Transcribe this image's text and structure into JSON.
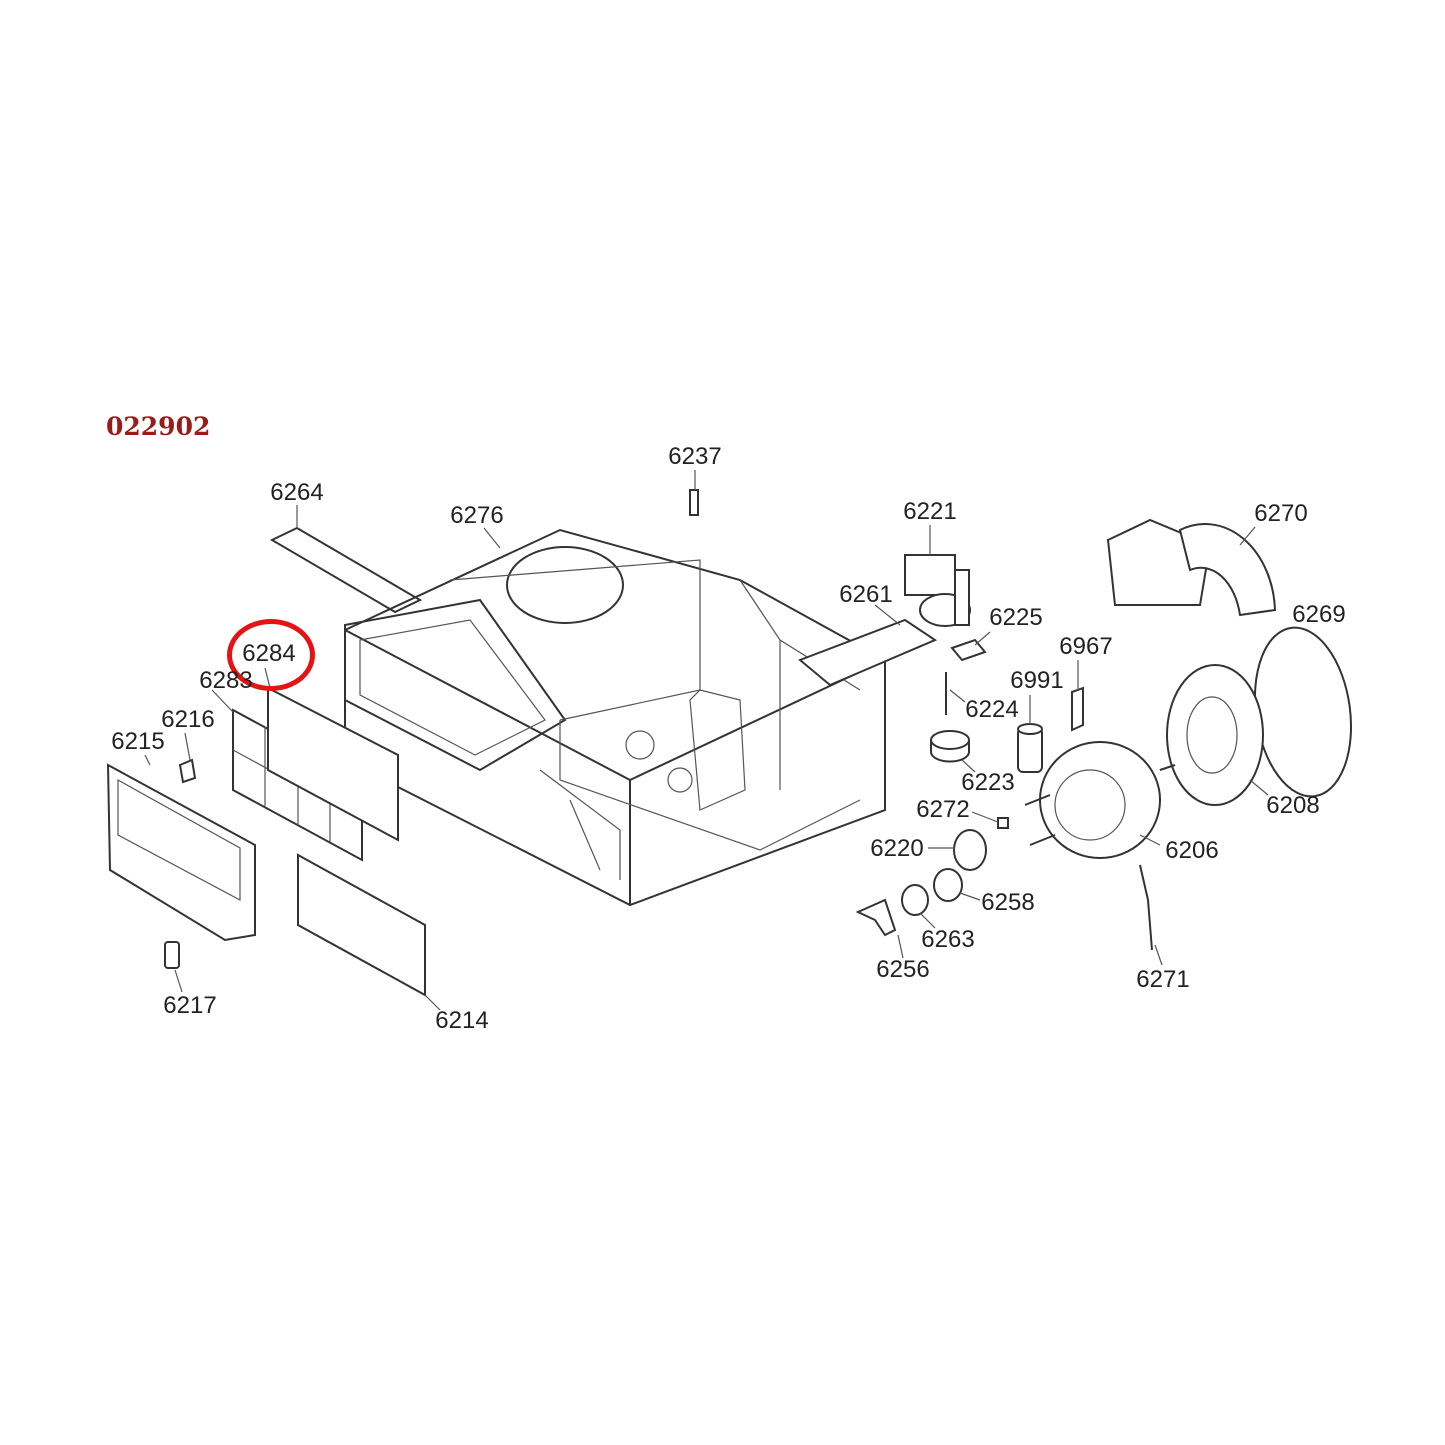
{
  "diagram_code": "022902",
  "highlighted_part": "6284",
  "highlight_color": "#e41414",
  "code_color": "#9b1b1b",
  "parts": {
    "p6237": "6237",
    "p6264": "6264",
    "p6276": "6276",
    "p6221": "6221",
    "p6270": "6270",
    "p6261": "6261",
    "p6225": "6225",
    "p6269": "6269",
    "p6284": "6284",
    "p6967": "6967",
    "p6283": "6283",
    "p6991": "6991",
    "p6216": "6216",
    "p6224": "6224",
    "p6215": "6215",
    "p6223": "6223",
    "p6208": "6208",
    "p6272": "6272",
    "p6220": "6220",
    "p6206": "6206",
    "p6258": "6258",
    "p6263": "6263",
    "p6256": "6256",
    "p6271": "6271",
    "p6217": "6217",
    "p6214": "6214"
  }
}
